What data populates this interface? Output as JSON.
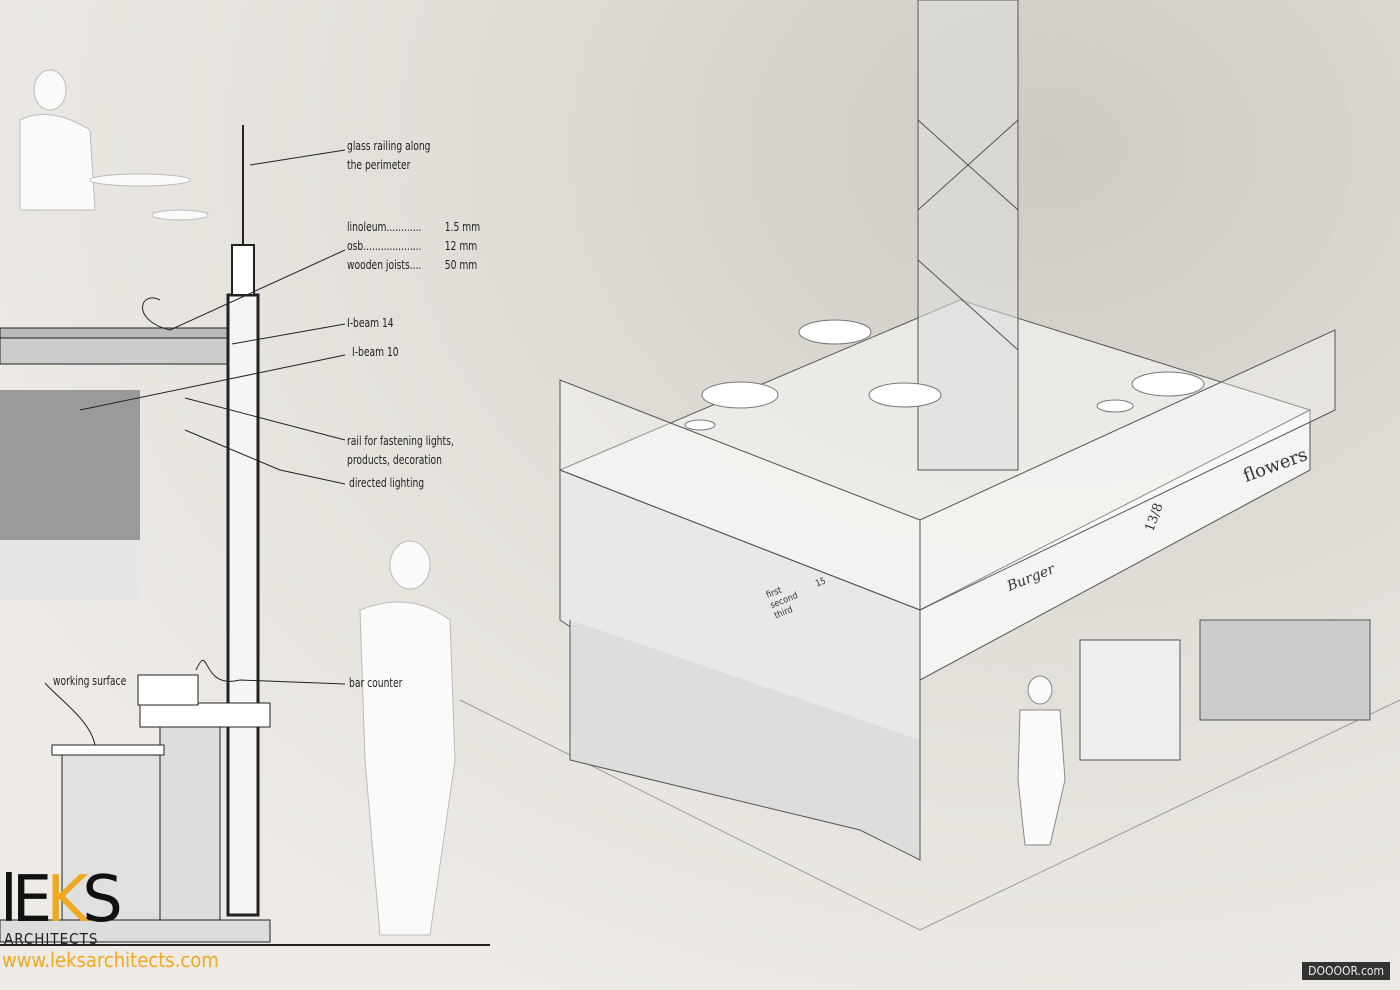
{
  "annotations": {
    "glass_railing": "glass railing along\nthe perimeter",
    "floor_layers": [
      {
        "name": "linoleum............",
        "value": "1.5 mm"
      },
      {
        "name": "osb....................",
        "value": "12 mm"
      },
      {
        "name": "wooden joists....",
        "value": "50 mm"
      }
    ],
    "ibeam_14": "I-beam 14",
    "ibeam_10": "I-beam 10",
    "rail": "rail for fastening lights,\nproducts, decoration",
    "directed_lighting": "directed lighting",
    "bar_counter": "bar counter",
    "working_surface": "working surface"
  },
  "signage": {
    "flowers": "flowers",
    "burger": "Burger",
    "number": "13/8",
    "menu": [
      "first",
      "second",
      "third"
    ],
    "menu_price": "15"
  },
  "logo": {
    "mark": "LEKS",
    "subtitle": "ARCHITECTS",
    "url": "www.leksarchitects.com",
    "accent": "#f0a820"
  },
  "watermark": "DOOOOR.com"
}
